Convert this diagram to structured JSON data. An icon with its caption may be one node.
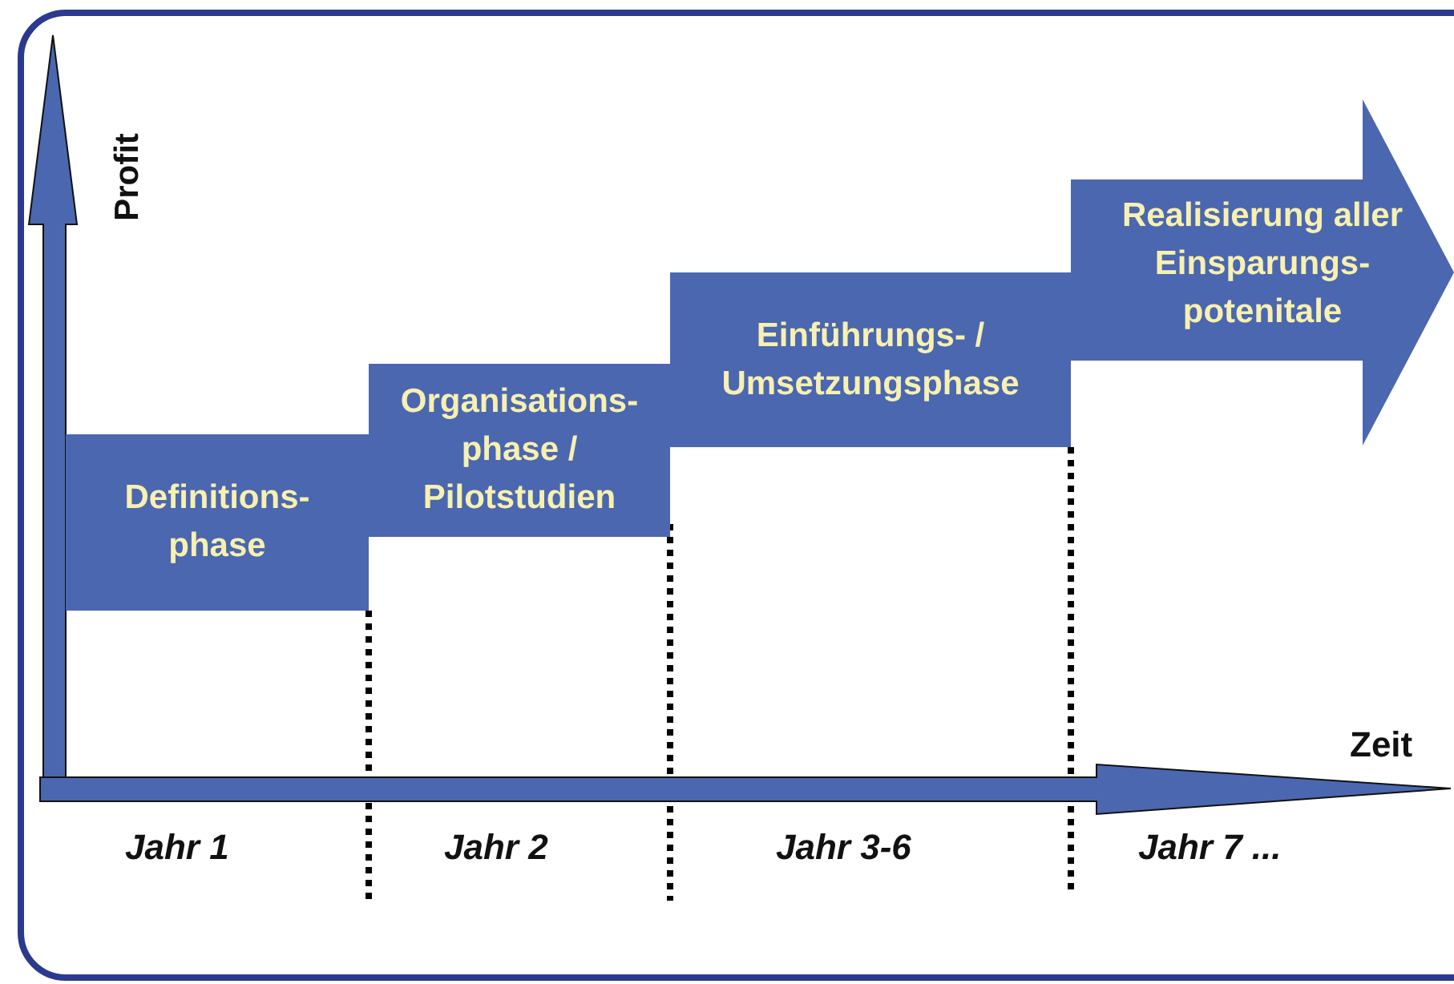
{
  "diagram": {
    "nodes": [
      {
        "text": [
          "Definitions- phase"
        ]
      },
      {
        "text": [
          "Organisations- phase / Pilotstudien"
        ]
      },
      {
        "text": [
          "Einführungs- / Umsetzungsphase"
        ]
      },
      {
        "text": [
          "Realisierung aller Einsparungs- potenitale"
        ]
      }
    ],
    "labels": [
      "Profit",
      "Zeit",
      "Jahr 1",
      "Jahr 2",
      "Jahr 3-6",
      "Jahr 7 ..."
    ]
  }
}
